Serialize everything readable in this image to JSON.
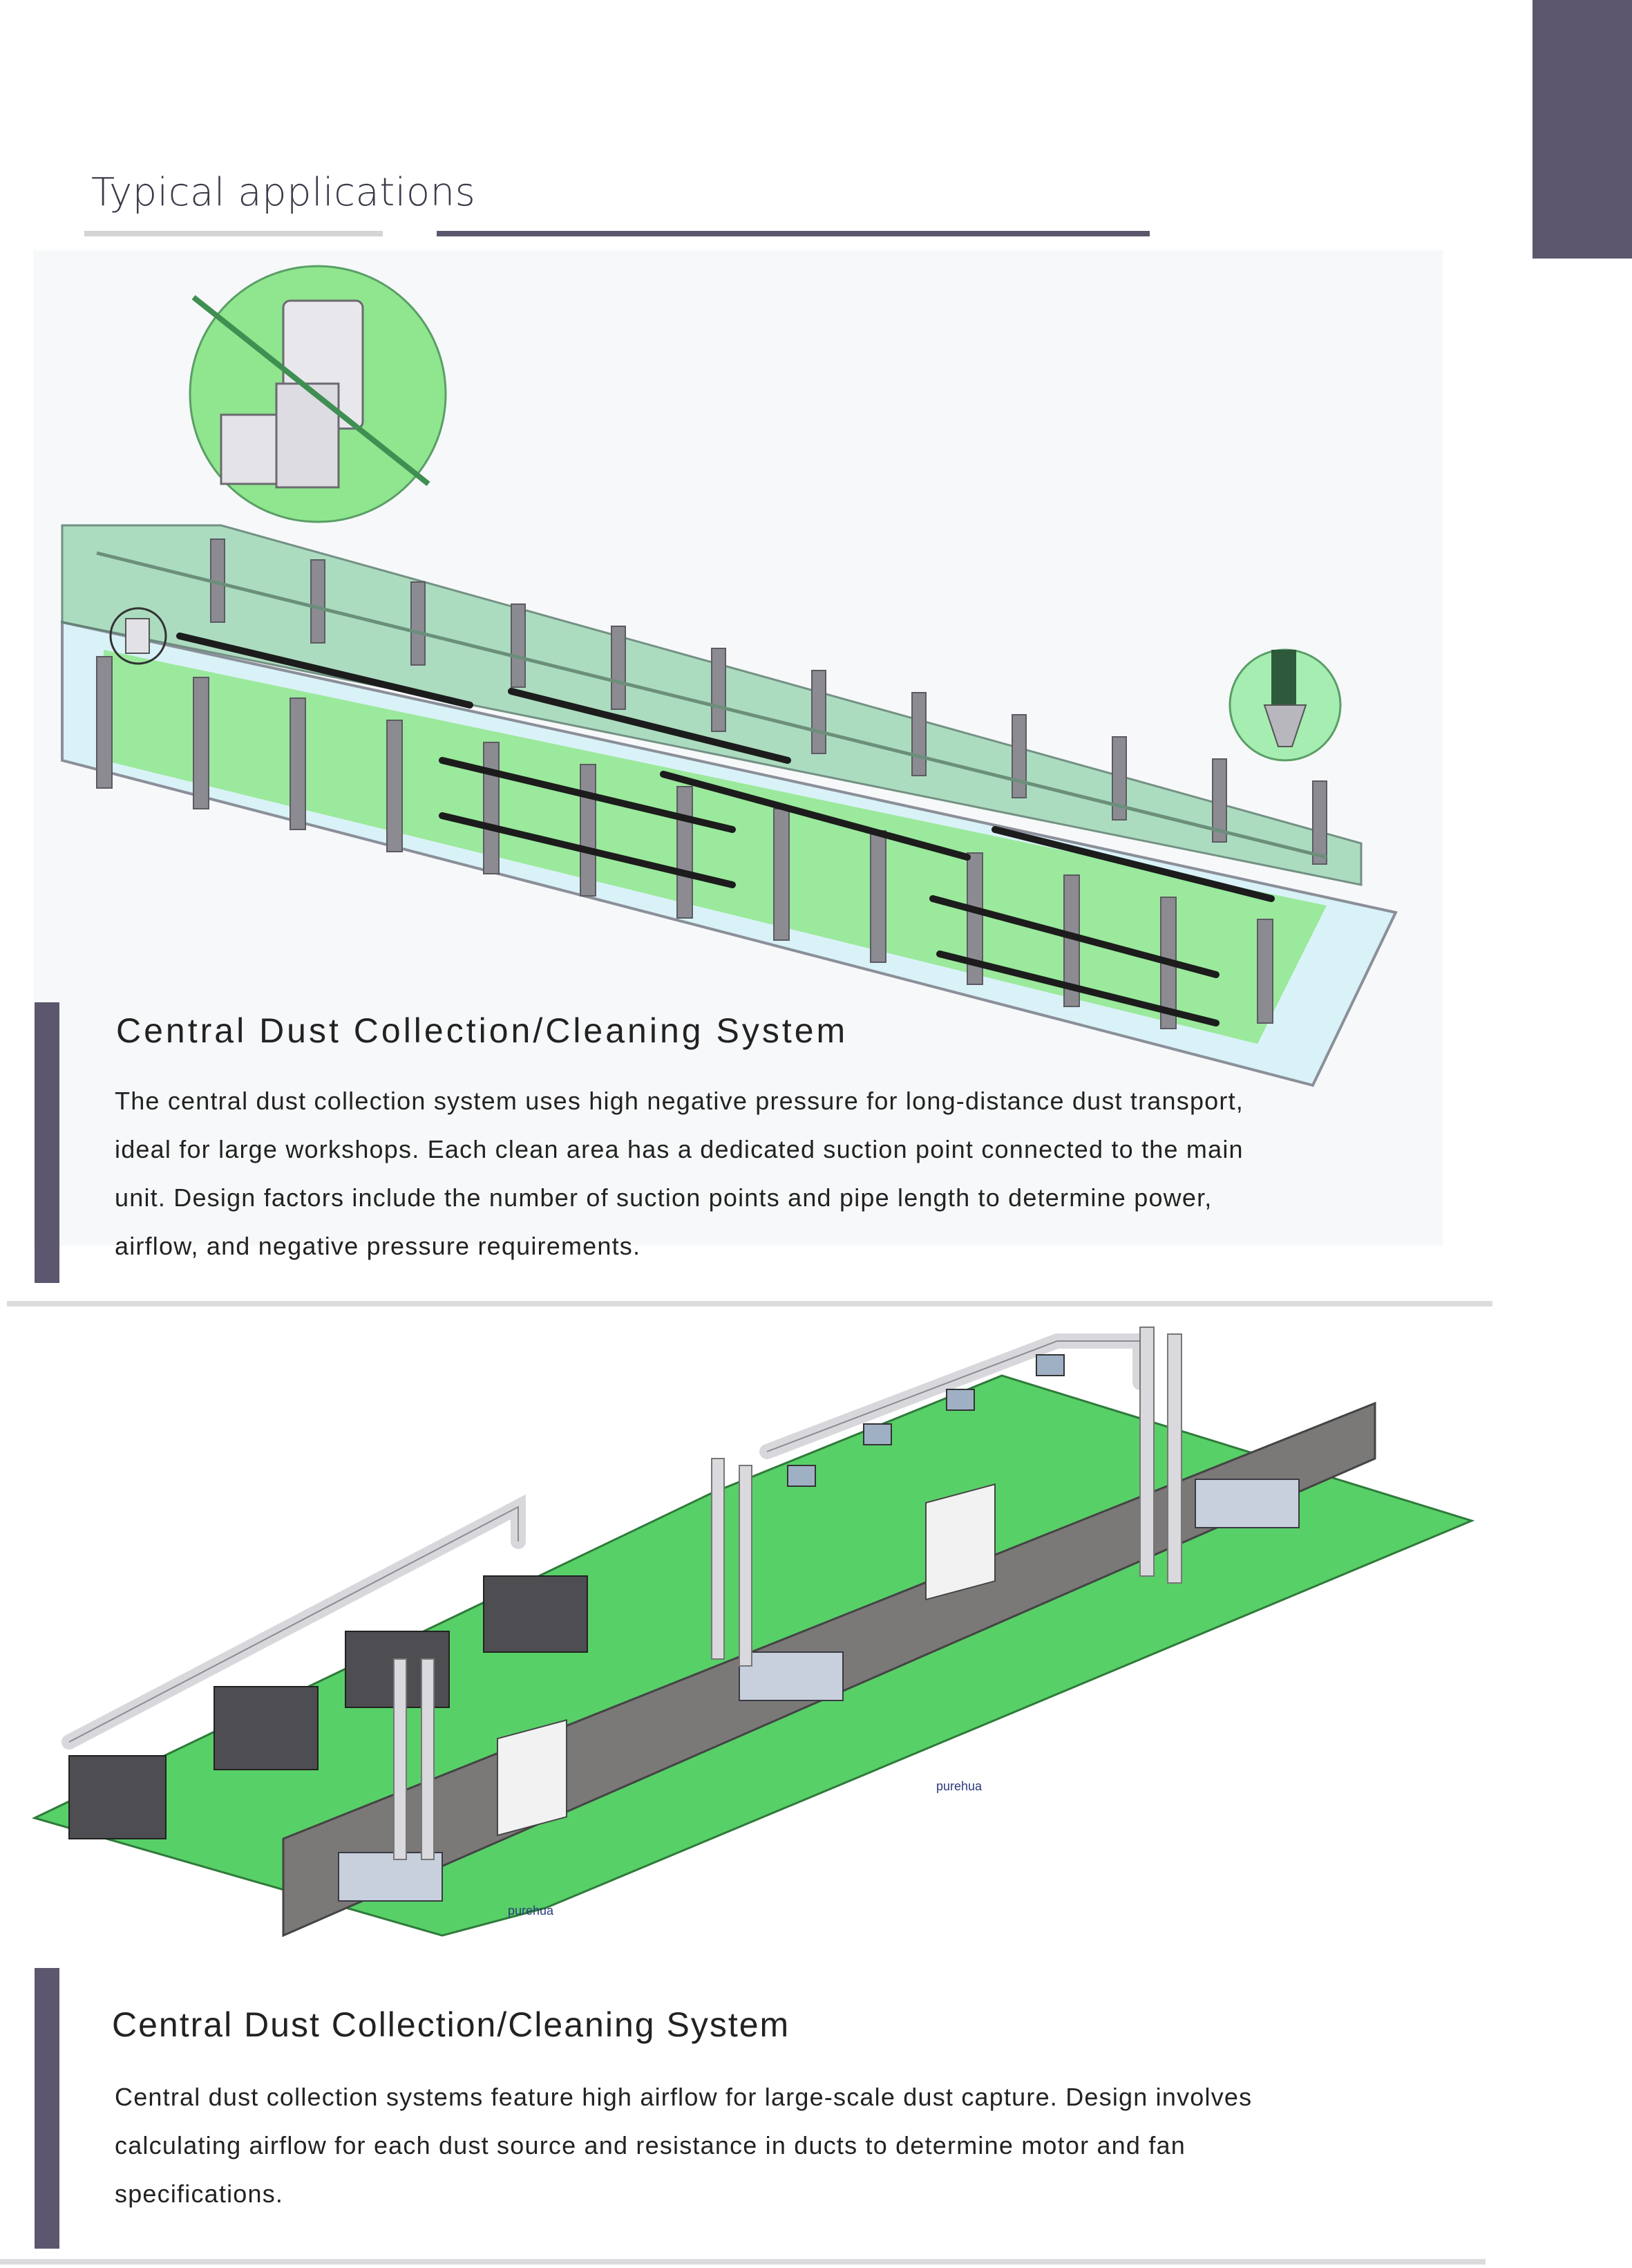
{
  "colors": {
    "accent": "#5c566e",
    "floor_green": "#5bd16a",
    "glass_green": "#7fe0a0",
    "wall_grey": "#7a7878"
  },
  "header": {
    "title": "Typical applications"
  },
  "section1": {
    "title": "Central Dust Collection/Cleaning System",
    "lines": [
      "The central dust collection system uses high negative pressure for long-distance dust transport,",
      "ideal for large workshops. Each clean area has a dedicated suction point connected to the main",
      "unit. Design factors include the number of suction points and pipe length to determine power,",
      "airflow, and negative pressure requirements."
    ]
  },
  "section2": {
    "title": "Central Dust Collection/Cleaning System",
    "lines": [
      "Central dust collection systems feature high airflow for large-scale dust capture. Design involves",
      "calculating airflow for each dust source and resistance in ducts to determine motor and fan",
      "specifications."
    ],
    "logo_text": "purehua"
  }
}
